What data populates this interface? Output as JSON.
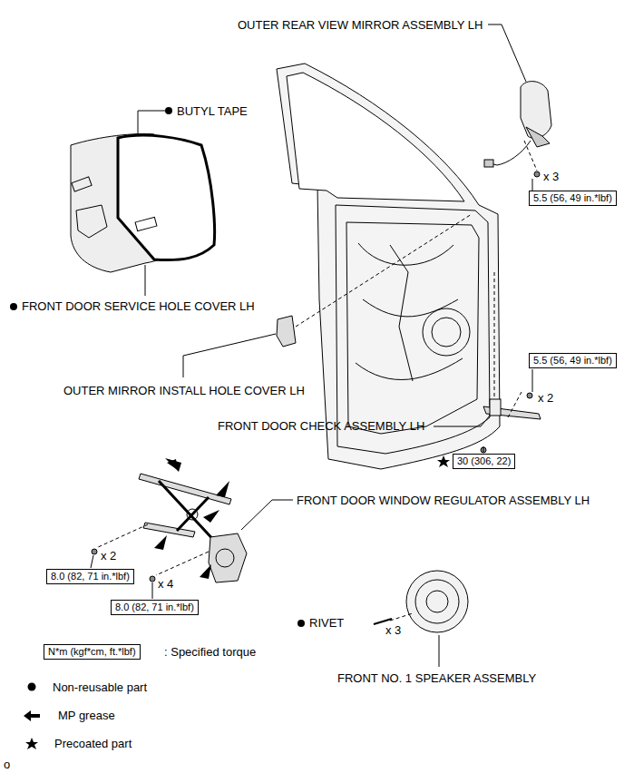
{
  "diagram": {
    "nodes": [
      {
        "text": [
          "5.5 (56, 49 in.*lbf)"
        ]
      },
      {
        "text": [
          "5.5 (56, 49 in.*lbf)"
        ]
      },
      {
        "text": [
          "30 (306, 22)"
        ]
      },
      {
        "text": [
          "8.0 (82, 71 in.*lbf)"
        ]
      },
      {
        "text": [
          "8.0 (82, 71 in.*lbf)"
        ]
      },
      {
        "text": [
          "N*m (kgf*cm, ft.*lbf)"
        ]
      }
    ],
    "labels": [
      "OUTER REAR VIEW MIRROR ASSEMBLY LH",
      "BUTYL TAPE",
      "FRONT DOOR SERVICE HOLE COVER LH",
      "OUTER MIRROR INSTALL HOLE COVER LH",
      "FRONT DOOR CHECK ASSEMBLY LH",
      "FRONT DOOR WINDOW REGULATOR ASSEMBLY LH",
      "RIVET",
      "FRONT NO. 1 SPEAKER ASSEMBLY",
      "x 3",
      "x 2",
      "x 2",
      "x 4",
      "x 3",
      ": Specified torque",
      "o"
    ],
    "legend": [
      {
        "text": "Non-reusable part"
      },
      {
        "text": "MP grease"
      },
      {
        "text": "Precoated part"
      }
    ]
  }
}
